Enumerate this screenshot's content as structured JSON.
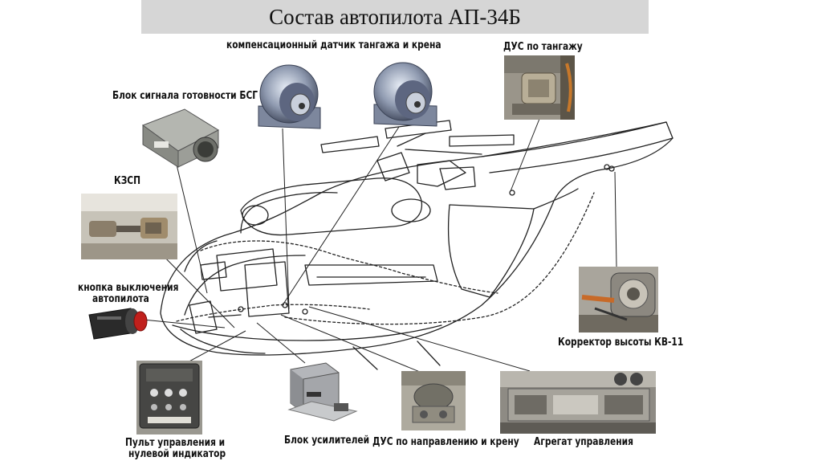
{
  "title": "Состав автопилота АП-34Б",
  "labels": {
    "comp_sensor": "компенсационный датчик тангажа и крена",
    "dus_pitch": "ДУС по тангажу",
    "bsg": "Блок сигнала готовности БСГ",
    "kzsp": "КЗСП",
    "button_line1": "кнопка выключения",
    "button_line2": "автопилота",
    "corrector": "Корректор высоты КВ-11",
    "panel_line1": "Пульт управления и",
    "panel_line2": "нулевой индикатор",
    "amplifier": "Блок усилителей",
    "dus_heading": "ДУС по направлению и крену",
    "control_unit": "Агрегат управления"
  }
}
